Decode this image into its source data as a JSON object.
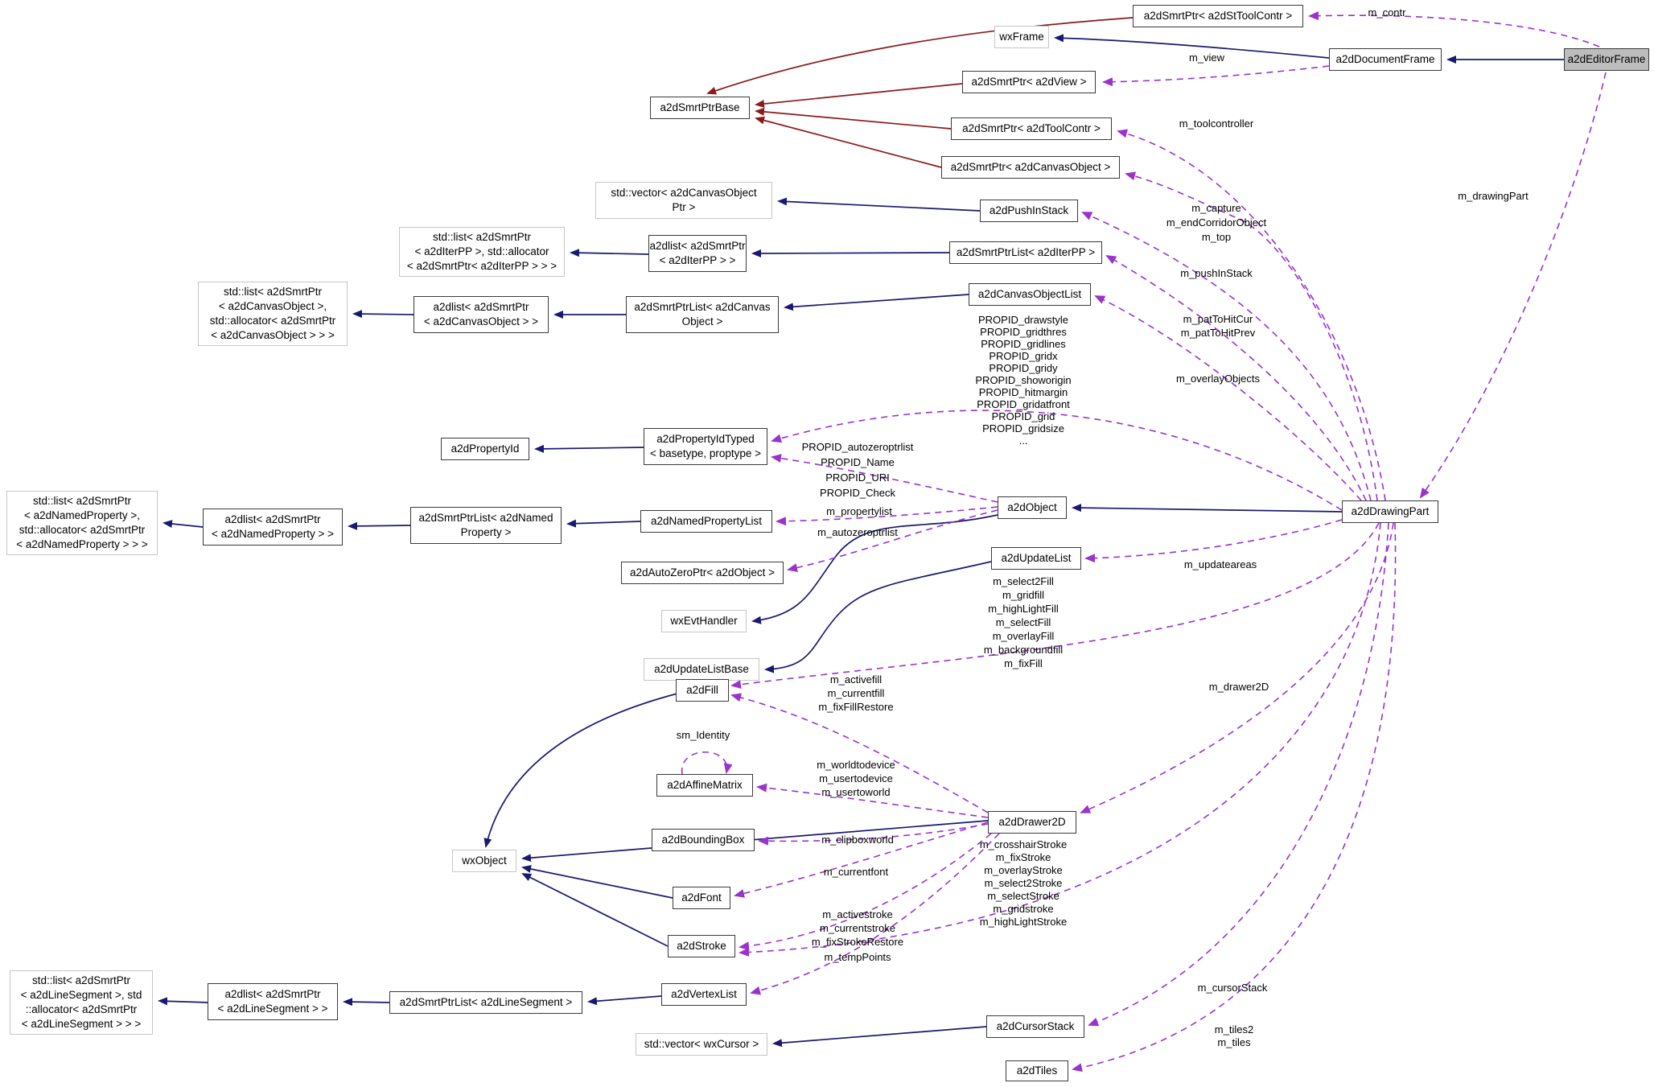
{
  "diagram_type": "class-collaboration-graph",
  "subject_class": "a2dEditorFrame",
  "colors": {
    "inheritance_edge": "#191970",
    "template_edge": "#8b1a1a",
    "usage_edge": "#9a32cd",
    "subject_fill": "#bdbdbd",
    "box_border": "#3a3a3a",
    "plain_box_border": "#c6c6c6"
  },
  "nodes": [
    {
      "id": "stToolContrPtr",
      "style": "bold",
      "label_lines": [
        "a2dSmrtPtr< a2dStToolContr >"
      ]
    },
    {
      "id": "wxFrame",
      "style": "plain",
      "label_lines": [
        "wxFrame"
      ]
    },
    {
      "id": "docFrame",
      "style": "bold",
      "label_lines": [
        "a2dDocumentFrame"
      ]
    },
    {
      "id": "editorFrame",
      "style": "subject",
      "label_lines": [
        "a2dEditorFrame"
      ]
    },
    {
      "id": "viewPtr",
      "style": "bold",
      "label_lines": [
        "a2dSmrtPtr< a2dView >"
      ]
    },
    {
      "id": "smrtPtrBase",
      "style": "bold",
      "label_lines": [
        "a2dSmrtPtrBase"
      ]
    },
    {
      "id": "toolContrPtr",
      "style": "bold",
      "label_lines": [
        "a2dSmrtPtr< a2dToolContr >"
      ]
    },
    {
      "id": "canvasObjPtr",
      "style": "bold",
      "label_lines": [
        "a2dSmrtPtr< a2dCanvasObject >"
      ]
    },
    {
      "id": "vecCanvasObj",
      "style": "plain",
      "label_lines": [
        "std::vector< a2dCanvasObject",
        "Ptr >"
      ]
    },
    {
      "id": "pushInStack",
      "style": "bold",
      "label_lines": [
        "a2dPushInStack"
      ]
    },
    {
      "id": "listIterPP",
      "style": "plain",
      "label_lines": [
        "std::list< a2dSmrtPtr",
        "< a2dIterPP >, std::allocator",
        "< a2dSmrtPtr< a2dIterPP > > >"
      ]
    },
    {
      "id": "a2dlistIterPP",
      "style": "bold",
      "label_lines": [
        "a2dlist< a2dSmrtPtr",
        "< a2dIterPP > >"
      ]
    },
    {
      "id": "smrtPtrListIterPP",
      "style": "bold",
      "label_lines": [
        "a2dSmrtPtrList< a2dIterPP >"
      ]
    },
    {
      "id": "listCanvasObj",
      "style": "plain",
      "label_lines": [
        "std::list< a2dSmrtPtr",
        "< a2dCanvasObject >,",
        "std::allocator< a2dSmrtPtr",
        "< a2dCanvasObject > > >"
      ]
    },
    {
      "id": "a2dlistCanvasObj",
      "style": "bold",
      "label_lines": [
        "a2dlist< a2dSmrtPtr",
        "< a2dCanvasObject > >"
      ]
    },
    {
      "id": "smrtPtrListCanvasObj",
      "style": "bold",
      "label_lines": [
        "a2dSmrtPtrList< a2dCanvas",
        "Object >"
      ]
    },
    {
      "id": "canvasObjList",
      "style": "bold",
      "label_lines": [
        "a2dCanvasObjectList"
      ]
    },
    {
      "id": "propertyId",
      "style": "bold",
      "label_lines": [
        "a2dPropertyId"
      ]
    },
    {
      "id": "propertyIdTyped",
      "style": "bold",
      "label_lines": [
        "a2dPropertyIdTyped",
        "< basetype, proptype >"
      ]
    },
    {
      "id": "listNamedProp",
      "style": "plain",
      "label_lines": [
        "std::list< a2dSmrtPtr",
        "< a2dNamedProperty >,",
        "std::allocator< a2dSmrtPtr",
        "< a2dNamedProperty > > >"
      ]
    },
    {
      "id": "a2dlistNamedProp",
      "style": "bold",
      "label_lines": [
        "a2dlist< a2dSmrtPtr",
        "< a2dNamedProperty > >"
      ]
    },
    {
      "id": "smrtPtrListNamedProp",
      "style": "bold",
      "label_lines": [
        "a2dSmrtPtrList< a2dNamed",
        "Property >"
      ]
    },
    {
      "id": "namedPropList",
      "style": "bold",
      "label_lines": [
        "a2dNamedPropertyList"
      ]
    },
    {
      "id": "a2dObject",
      "style": "bold",
      "label_lines": [
        "a2dObject"
      ]
    },
    {
      "id": "updateList",
      "style": "bold",
      "label_lines": [
        "a2dUpdateList"
      ]
    },
    {
      "id": "autoZeroPtr",
      "style": "bold",
      "label_lines": [
        "a2dAutoZeroPtr< a2dObject >"
      ]
    },
    {
      "id": "wxEvtHandler",
      "style": "plain",
      "label_lines": [
        "wxEvtHandler"
      ]
    },
    {
      "id": "updateListBase",
      "style": "plain",
      "label_lines": [
        "a2dUpdateListBase"
      ]
    },
    {
      "id": "fill",
      "style": "bold",
      "label_lines": [
        "a2dFill"
      ]
    },
    {
      "id": "affineMatrix",
      "style": "bold",
      "label_lines": [
        "a2dAffineMatrix"
      ]
    },
    {
      "id": "boundingBox",
      "style": "bold",
      "label_lines": [
        "a2dBoundingBox"
      ]
    },
    {
      "id": "drawer2D",
      "style": "bold",
      "label_lines": [
        "a2dDrawer2D"
      ]
    },
    {
      "id": "wxObject",
      "style": "plain",
      "label_lines": [
        "wxObject"
      ]
    },
    {
      "id": "font",
      "style": "bold",
      "label_lines": [
        "a2dFont"
      ]
    },
    {
      "id": "stroke",
      "style": "bold",
      "label_lines": [
        "a2dStroke"
      ]
    },
    {
      "id": "listLineSeg",
      "style": "plain",
      "label_lines": [
        "std::list< a2dSmrtPtr",
        "< a2dLineSegment >, std",
        "::allocator< a2dSmrtPtr",
        "< a2dLineSegment > > >"
      ]
    },
    {
      "id": "a2dlistLineSeg",
      "style": "bold",
      "label_lines": [
        "a2dlist< a2dSmrtPtr",
        "< a2dLineSegment > >"
      ]
    },
    {
      "id": "smrtPtrListLineSeg",
      "style": "bold",
      "label_lines": [
        "a2dSmrtPtrList< a2dLineSegment >"
      ]
    },
    {
      "id": "vertexList",
      "style": "bold",
      "label_lines": [
        "a2dVertexList"
      ]
    },
    {
      "id": "vecWxCursor",
      "style": "plain",
      "label_lines": [
        "std::vector< wxCursor >"
      ]
    },
    {
      "id": "cursorStack",
      "style": "bold",
      "label_lines": [
        "a2dCursorStack"
      ]
    },
    {
      "id": "tiles",
      "style": "bold",
      "label_lines": [
        "a2dTiles"
      ]
    },
    {
      "id": "drawingPart",
      "style": "bold",
      "label_lines": [
        "a2dDrawingPart"
      ]
    }
  ],
  "edges": [
    {
      "from": "docFrame",
      "to": "wxFrame",
      "relation": "inherit",
      "label_lines": []
    },
    {
      "from": "editorFrame",
      "to": "docFrame",
      "relation": "inherit",
      "label_lines": []
    },
    {
      "from": "pushInStack",
      "to": "vecCanvasObj",
      "relation": "inherit",
      "label_lines": []
    },
    {
      "from": "smrtPtrListIterPP",
      "to": "a2dlistIterPP",
      "relation": "inherit",
      "label_lines": []
    },
    {
      "from": "a2dlistIterPP",
      "to": "listIterPP",
      "relation": "inherit",
      "label_lines": []
    },
    {
      "from": "canvasObjList",
      "to": "smrtPtrListCanvasObj",
      "relation": "inherit",
      "label_lines": []
    },
    {
      "from": "smrtPtrListCanvasObj",
      "to": "a2dlistCanvasObj",
      "relation": "inherit",
      "label_lines": []
    },
    {
      "from": "a2dlistCanvasObj",
      "to": "listCanvasObj",
      "relation": "inherit",
      "label_lines": []
    },
    {
      "from": "propertyIdTyped",
      "to": "propertyId",
      "relation": "inherit",
      "label_lines": []
    },
    {
      "from": "namedPropList",
      "to": "smrtPtrListNamedProp",
      "relation": "inherit",
      "label_lines": []
    },
    {
      "from": "smrtPtrListNamedProp",
      "to": "a2dlistNamedProp",
      "relation": "inherit",
      "label_lines": []
    },
    {
      "from": "a2dlistNamedProp",
      "to": "listNamedProp",
      "relation": "inherit",
      "label_lines": []
    },
    {
      "from": "a2dObject",
      "to": "wxEvtHandler",
      "relation": "inherit",
      "label_lines": []
    },
    {
      "from": "updateList",
      "to": "updateListBase",
      "relation": "inherit",
      "label_lines": []
    },
    {
      "from": "drawingPart",
      "to": "a2dObject",
      "relation": "inherit",
      "label_lines": []
    },
    {
      "from": "fill",
      "to": "wxObject",
      "relation": "inherit",
      "label_lines": []
    },
    {
      "from": "font",
      "to": "wxObject",
      "relation": "inherit",
      "label_lines": []
    },
    {
      "from": "stroke",
      "to": "wxObject",
      "relation": "inherit",
      "label_lines": []
    },
    {
      "from": "drawer2D",
      "to": "wxObject",
      "relation": "inherit",
      "label_lines": []
    },
    {
      "from": "vertexList",
      "to": "smrtPtrListLineSeg",
      "relation": "inherit",
      "label_lines": []
    },
    {
      "from": "smrtPtrListLineSeg",
      "to": "a2dlistLineSeg",
      "relation": "inherit",
      "label_lines": []
    },
    {
      "from": "a2dlistLineSeg",
      "to": "listLineSeg",
      "relation": "inherit",
      "label_lines": []
    },
    {
      "from": "cursorStack",
      "to": "vecWxCursor",
      "relation": "inherit",
      "label_lines": []
    },
    {
      "from": "stToolContrPtr",
      "to": "smrtPtrBase",
      "relation": "template",
      "label_lines": []
    },
    {
      "from": "viewPtr",
      "to": "smrtPtrBase",
      "relation": "template",
      "label_lines": []
    },
    {
      "from": "toolContrPtr",
      "to": "smrtPtrBase",
      "relation": "template",
      "label_lines": []
    },
    {
      "from": "canvasObjPtr",
      "to": "smrtPtrBase",
      "relation": "template",
      "label_lines": []
    },
    {
      "from": "editorFrame",
      "to": "stToolContrPtr",
      "relation": "usage",
      "label_lines": [
        "m_contr"
      ]
    },
    {
      "from": "docFrame",
      "to": "viewPtr",
      "relation": "usage",
      "label_lines": [
        "m_view"
      ]
    },
    {
      "from": "drawingPart",
      "to": "toolContrPtr",
      "relation": "usage",
      "label_lines": [
        "m_toolcontroller"
      ]
    },
    {
      "from": "editorFrame",
      "to": "drawingPart",
      "relation": "usage",
      "label_lines": [
        "m_drawingPart"
      ]
    },
    {
      "from": "drawingPart",
      "to": "canvasObjPtr",
      "relation": "usage",
      "label_lines": [
        "m_capture",
        "m_endCorridorObject",
        "m_top"
      ]
    },
    {
      "from": "drawingPart",
      "to": "pushInStack",
      "relation": "usage",
      "label_lines": [
        "m_pushInStack"
      ]
    },
    {
      "from": "drawingPart",
      "to": "smrtPtrListIterPP",
      "relation": "usage",
      "label_lines": [
        "m_patToHitCur",
        "m_patToHitPrev"
      ]
    },
    {
      "from": "drawingPart",
      "to": "canvasObjList",
      "relation": "usage",
      "label_lines": [
        "m_overlayObjects"
      ]
    },
    {
      "from": "drawingPart",
      "to": "propertyIdTyped",
      "relation": "usage",
      "label_lines": [
        "PROPID_drawstyle",
        "PROPID_gridthres",
        "PROPID_gridlines",
        "PROPID_gridx",
        "PROPID_gridy",
        "PROPID_showorigin",
        "PROPID_hitmargin",
        "PROPID_gridatfront",
        "PROPID_grid",
        "PROPID_gridsize",
        "..."
      ]
    },
    {
      "from": "a2dObject",
      "to": "propertyIdTyped",
      "relation": "usage",
      "label_lines": [
        "PROPID_autozeroptrlist",
        "PROPID_Name",
        "PROPID_URI",
        "PROPID_Check"
      ]
    },
    {
      "from": "a2dObject",
      "to": "namedPropList",
      "relation": "usage",
      "label_lines": [
        "m_propertylist"
      ]
    },
    {
      "from": "a2dObject",
      "to": "autoZeroPtr",
      "relation": "usage",
      "label_lines": [
        "m_autozeroptrlist"
      ]
    },
    {
      "from": "drawingPart",
      "to": "updateList",
      "relation": "usage",
      "label_lines": [
        "m_updateareas"
      ]
    },
    {
      "from": "drawingPart",
      "to": "fill",
      "relation": "usage",
      "label_lines": [
        "m_select2Fill",
        "m_gridfill",
        "m_highLightFill",
        "m_selectFill",
        "m_overlayFill",
        "m_backgroundfill",
        "m_fixFill"
      ]
    },
    {
      "from": "drawer2D",
      "to": "fill",
      "relation": "usage",
      "label_lines": [
        "m_activefill",
        "m_currentfill",
        "m_fixFillRestore"
      ]
    },
    {
      "from": "affineMatrix",
      "to": "affineMatrix",
      "relation": "usage",
      "label_lines": [
        "sm_Identity"
      ]
    },
    {
      "from": "drawer2D",
      "to": "affineMatrix",
      "relation": "usage",
      "label_lines": [
        "m_worldtodevice",
        "m_usertodevice",
        "m_usertoworld"
      ]
    },
    {
      "from": "drawer2D",
      "to": "boundingBox",
      "relation": "usage",
      "label_lines": [
        "m_clipboxworld"
      ]
    },
    {
      "from": "drawingPart",
      "to": "drawer2D",
      "relation": "usage",
      "label_lines": [
        "m_drawer2D"
      ]
    },
    {
      "from": "drawer2D",
      "to": "font",
      "relation": "usage",
      "label_lines": [
        "m_currentfont"
      ]
    },
    {
      "from": "drawer2D",
      "to": "stroke",
      "relation": "usage",
      "label_lines": [
        "m_activestroke",
        "m_currentstroke",
        "m_fixStrokeRestore"
      ]
    },
    {
      "from": "drawingPart",
      "to": "stroke",
      "relation": "usage",
      "label_lines": [
        "m_crosshairStroke",
        "m_fixStroke",
        "m_overlayStroke",
        "m_select2Stroke",
        "m_selectStroke",
        "m_gridstroke",
        "m_highLightStroke"
      ]
    },
    {
      "from": "drawer2D",
      "to": "vertexList",
      "relation": "usage",
      "label_lines": [
        "m_tempPoints"
      ]
    },
    {
      "from": "drawingPart",
      "to": "cursorStack",
      "relation": "usage",
      "label_lines": [
        "m_cursorStack"
      ]
    },
    {
      "from": "drawingPart",
      "to": "tiles",
      "relation": "usage",
      "label_lines": [
        "m_tiles2",
        "m_tiles"
      ]
    }
  ]
}
